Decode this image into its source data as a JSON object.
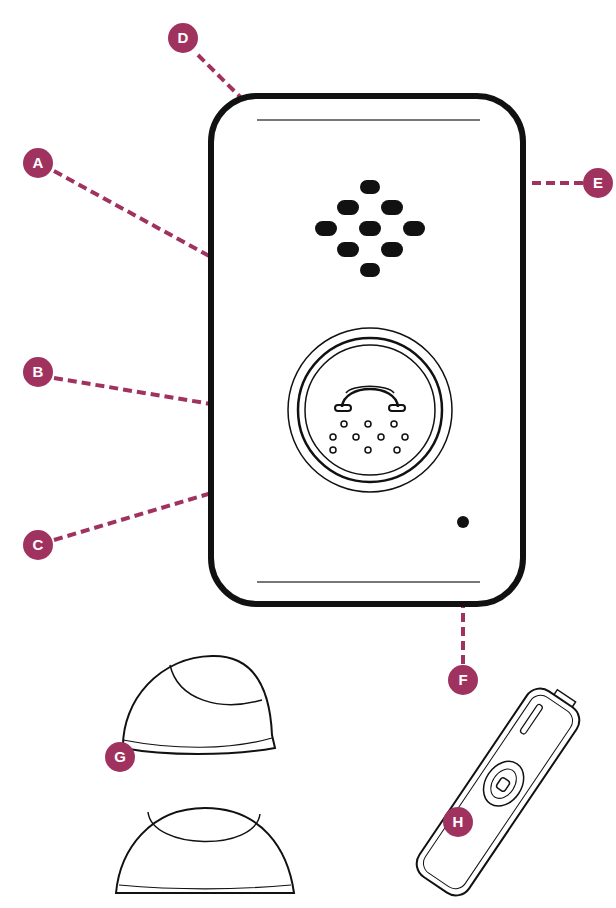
{
  "diagram": {
    "labels": [
      "D",
      "A",
      "E",
      "B",
      "C",
      "F",
      "G",
      "H"
    ]
  }
}
